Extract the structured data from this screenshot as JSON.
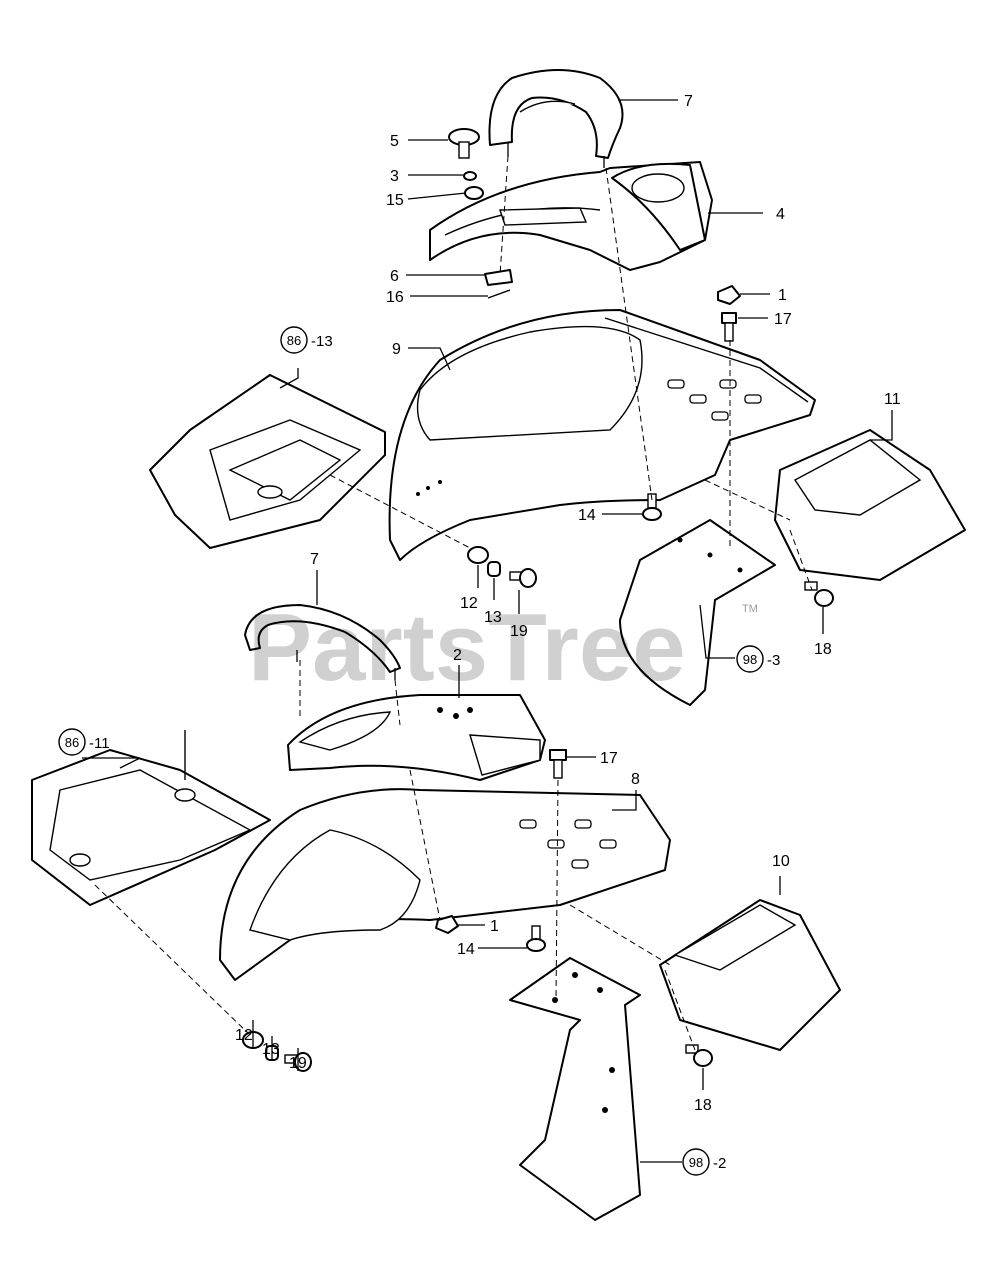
{
  "watermark": {
    "text": "PartsTree",
    "tm": "TM"
  },
  "callouts": [
    "7",
    "5",
    "3",
    "15",
    "4",
    "6",
    "16",
    "1",
    "17",
    "9",
    "11",
    "14",
    "12",
    "13",
    "19",
    "18",
    "7",
    "2",
    "17",
    "8",
    "10",
    "1",
    "14",
    "12",
    "13",
    "19",
    "18"
  ],
  "refs": [
    {
      "circle": "86",
      "suffix": "-13"
    },
    {
      "circle": "98",
      "suffix": "-3"
    },
    {
      "circle": "86",
      "suffix": "-11"
    },
    {
      "circle": "98",
      "suffix": "-2"
    }
  ]
}
